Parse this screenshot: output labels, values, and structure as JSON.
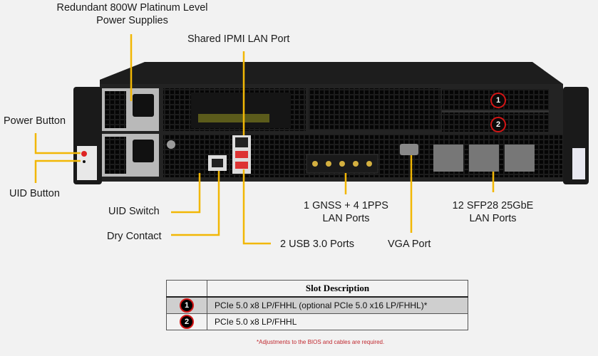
{
  "labels": {
    "power_supplies": [
      "Redundant 800W Platinum Level",
      "Power Supplies"
    ],
    "ipmi": "Shared IPMI LAN Port",
    "power_button": "Power Button",
    "uid_button": "UID Button",
    "uid_switch": "UID Switch",
    "dry_contact": "Dry Contact",
    "usb": "2 USB 3.0 Ports",
    "gnss": [
      "1 GNSS + 4 1PPS",
      "LAN Ports"
    ],
    "vga": "VGA Port",
    "sfp": [
      "12 SFP28 25GbE",
      "LAN Ports"
    ]
  },
  "callouts": [
    "1",
    "2"
  ],
  "colors": {
    "leader": "#f2b705",
    "badge_ring": "#d41515",
    "background": "#f2f2f2"
  },
  "slot_table": {
    "header": "Slot Description",
    "rows": [
      {
        "num": "1",
        "desc": "PCIe 5.0 x8 LP/FHHL (optional PCIe 5.0 x16 LP/FHHL)*"
      },
      {
        "num": "2",
        "desc": "PCIe 5.0 x8 LP/FHHL"
      }
    ],
    "footnote": "*Adjustments to the BIOS and cables are required."
  }
}
